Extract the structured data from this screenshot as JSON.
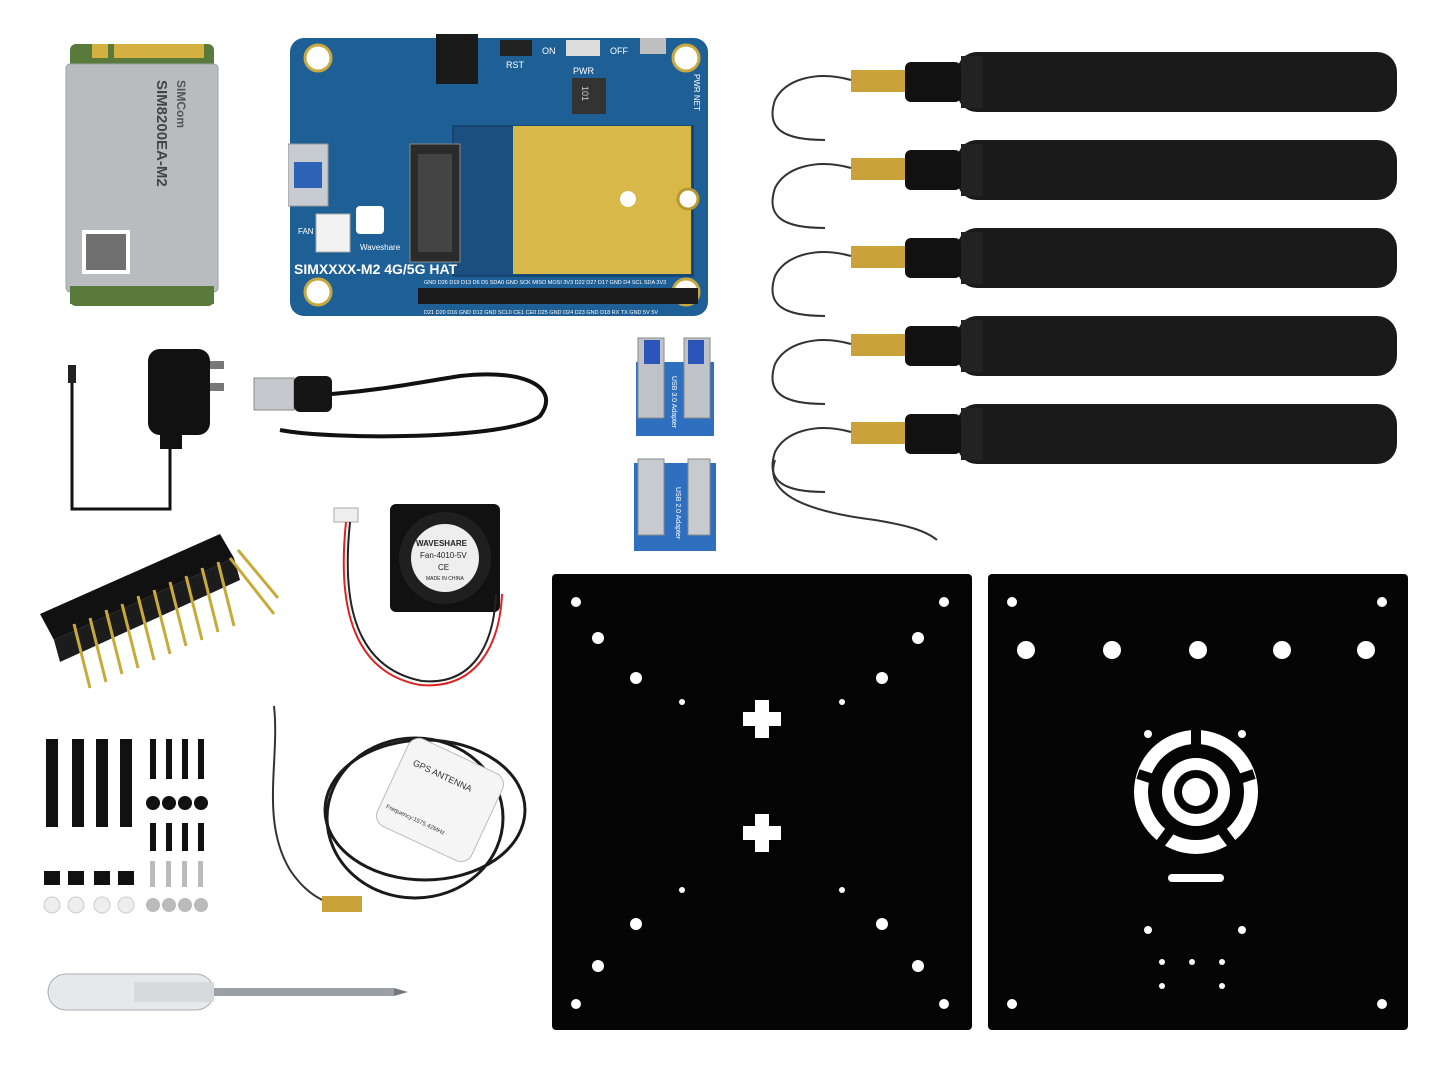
{
  "module": {
    "brand": "SIMCom",
    "model": "SIM8200EA-M2"
  },
  "hat": {
    "board_name": "SIMXXXX-M2 4G/5G HAT",
    "logo_text": "Waveshare",
    "rst": "RST",
    "on": "ON",
    "off": "OFF",
    "pwr": "PWR",
    "pwr_net": "PWR NET",
    "fan": "FAN",
    "inductor": "101",
    "pins_top": "GND D26 D19 D13 D6 D5 SDA0 GND SCK MISO MOSI 3V3 D22 D27 D17 GND D4 SCL SDA 3V3",
    "pins_bottom": "D21 D20 D16 GND D12 GND SCL0 CE1 CE0 D25 GND D24 D23 GND D18 RX TX GND 5V 5V"
  },
  "usb3_adapter": {
    "label": "USB 3.0 Adapter"
  },
  "usb2_adapter": {
    "label": "USB 2.0 Adapter"
  },
  "fan": {
    "brand": "WAVESHARE",
    "model": "Fan-4010-5V",
    "ce": "CE",
    "origin": "MADE IN CHINA"
  },
  "gps": {
    "title": "GPS ANTENNA",
    "frequency": "Frequency:1575.42MHz"
  },
  "colors": {
    "pcb_blue": "#1e5f96",
    "gold": "#d8b848",
    "antenna_black": "#1a1a1a",
    "acrylic_black": "#050505",
    "adapter_blue": "#2e6fc0"
  },
  "icons": [
    "5g-module",
    "lte-hat-board",
    "usb3-adapter",
    "usb2-adapter",
    "lte-antenna",
    "power-adapter",
    "usb-cable",
    "cooling-fan",
    "pin-header",
    "standoffs",
    "screws",
    "gps-antenna",
    "screwdriver",
    "acrylic-plate"
  ]
}
